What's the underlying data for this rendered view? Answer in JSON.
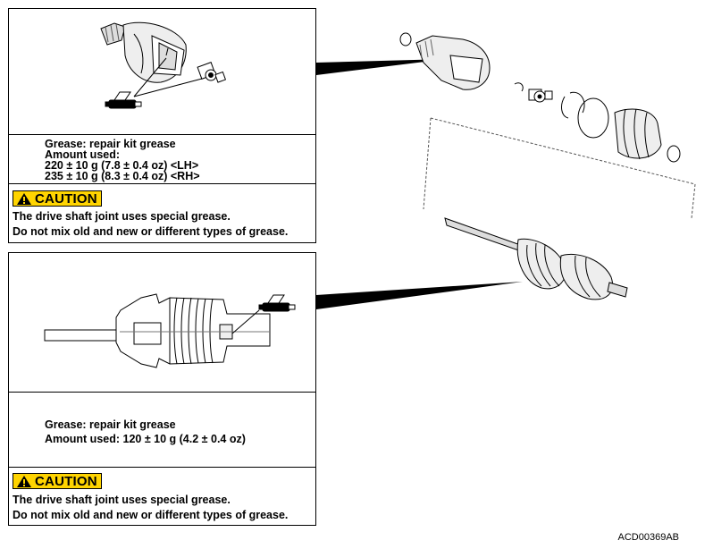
{
  "top_panel": {
    "grease_lines": [
      "Grease: repair kit grease",
      "Amount used:",
      "220 ± 10 g (7.8 ± 0.4 oz) <LH>",
      "235 ± 10 g (8.3 ± 0.4 oz) <RH>"
    ],
    "caution_label": "CAUTION",
    "caution_lines": [
      "The drive shaft joint uses special grease.",
      "Do not mix old and new or different types of grease."
    ]
  },
  "bottom_panel": {
    "grease_lines": [
      "Grease: repair kit grease",
      "Amount used: 120 ± 10 g (4.2 ± 0.4 oz)"
    ],
    "caution_label": "CAUTION",
    "caution_lines": [
      "The drive shaft joint uses special grease.",
      "Do not mix old and new or different types of grease."
    ]
  },
  "figure_code": "ACD00369AB",
  "colors": {
    "caution_yellow": "#ffd400",
    "line": "#000000"
  },
  "icons": [
    "grease-gun-icon",
    "warning-triangle-icon"
  ]
}
